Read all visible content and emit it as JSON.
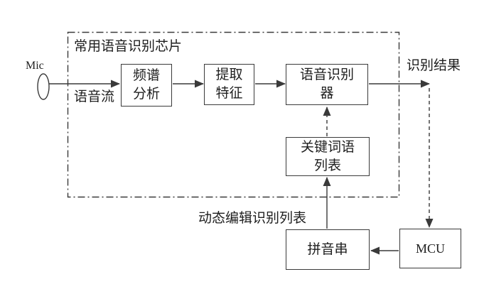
{
  "diagram": {
    "chip_group_title": "常用语音识别芯片",
    "labels": {
      "mic": "Mic",
      "speech_stream": "语音流",
      "recognition_result": "识别结果",
      "dynamic_edit_list": "动态编辑识别列表"
    },
    "boxes": {
      "spectrum_analysis": "频谱\n分析",
      "feature_extraction": "提取\n特征",
      "speech_recognizer": "语音识别\n器",
      "keyword_list": "关键词语\n列表",
      "pinyin_string": "拼音串",
      "mcu": "MCU"
    },
    "colors": {
      "line": "#3a3a3a",
      "background": "#ffffff"
    }
  }
}
